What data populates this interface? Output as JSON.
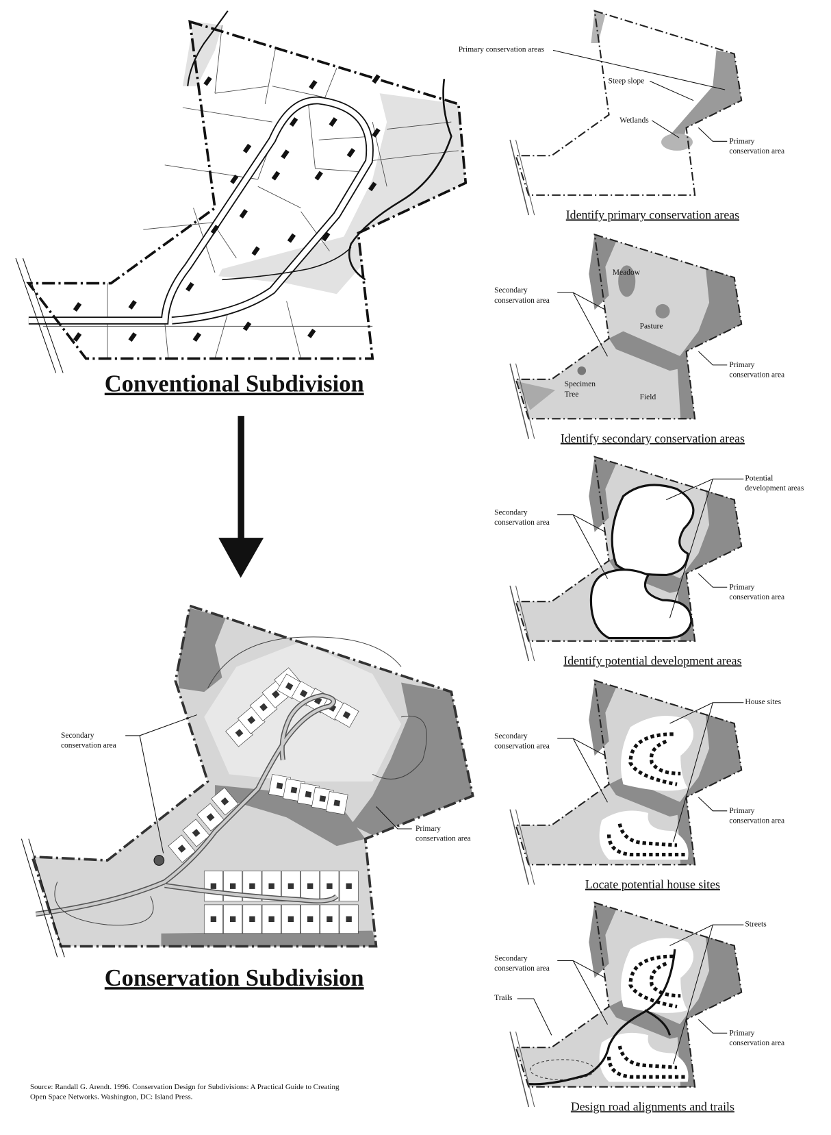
{
  "conventional": {
    "title": "Conventional Subdivision"
  },
  "conservation": {
    "title": "Conservation Subdivision",
    "labels": {
      "secondary": [
        "Secondary",
        "conservation area"
      ],
      "primary": [
        "Primary",
        "conservation area"
      ]
    }
  },
  "steps": [
    {
      "title": "Identify primary conservation areas",
      "labels": [
        {
          "id": "primary-areas",
          "lines": [
            "Primary conservation areas"
          ]
        },
        {
          "id": "steep-slope",
          "lines": [
            "Steep slope"
          ]
        },
        {
          "id": "wetlands",
          "lines": [
            "Wetlands"
          ]
        },
        {
          "id": "primary",
          "lines": [
            "Primary",
            "conservation area"
          ]
        }
      ]
    },
    {
      "title": "Identify secondary conservation areas",
      "labels": [
        {
          "id": "meadow",
          "lines": [
            "Meadow"
          ]
        },
        {
          "id": "pasture",
          "lines": [
            "Pasture"
          ]
        },
        {
          "id": "field",
          "lines": [
            "Field"
          ]
        },
        {
          "id": "specimen-tree",
          "lines": [
            "Specimen",
            "Tree"
          ]
        },
        {
          "id": "secondary",
          "lines": [
            "Secondary",
            "conservation area"
          ]
        },
        {
          "id": "primary",
          "lines": [
            "Primary",
            "conservation area"
          ]
        }
      ]
    },
    {
      "title": "Identify potential development areas",
      "labels": [
        {
          "id": "potential-development",
          "lines": [
            "Potential",
            "development areas"
          ]
        },
        {
          "id": "secondary",
          "lines": [
            "Secondary",
            "conservation area"
          ]
        },
        {
          "id": "primary",
          "lines": [
            "Primary",
            "conservation area"
          ]
        }
      ]
    },
    {
      "title": "Locate potential house sites",
      "labels": [
        {
          "id": "house-sites",
          "lines": [
            "House sites"
          ]
        },
        {
          "id": "secondary",
          "lines": [
            "Secondary",
            "conservation area"
          ]
        },
        {
          "id": "primary",
          "lines": [
            "Primary",
            "conservation area"
          ]
        }
      ]
    },
    {
      "title": "Design road alignments and trails",
      "labels": [
        {
          "id": "streets",
          "lines": [
            "Streets"
          ]
        },
        {
          "id": "secondary",
          "lines": [
            "Secondary",
            "conservation area"
          ]
        },
        {
          "id": "trails",
          "lines": [
            "Trails"
          ]
        },
        {
          "id": "primary",
          "lines": [
            "Primary",
            "conservation area"
          ]
        }
      ]
    }
  ],
  "source": [
    "Source: Randall G. Arendt. 1996. Conservation Design for Subdivisions: A Practical Guide to Creating",
    "Open Space Networks. Washington, DC: Island Press."
  ],
  "colors": {
    "ink": "#111111",
    "light": "#d4d4d4",
    "dark": "#8c8c8c",
    "stipple": "#e2e2e2"
  }
}
